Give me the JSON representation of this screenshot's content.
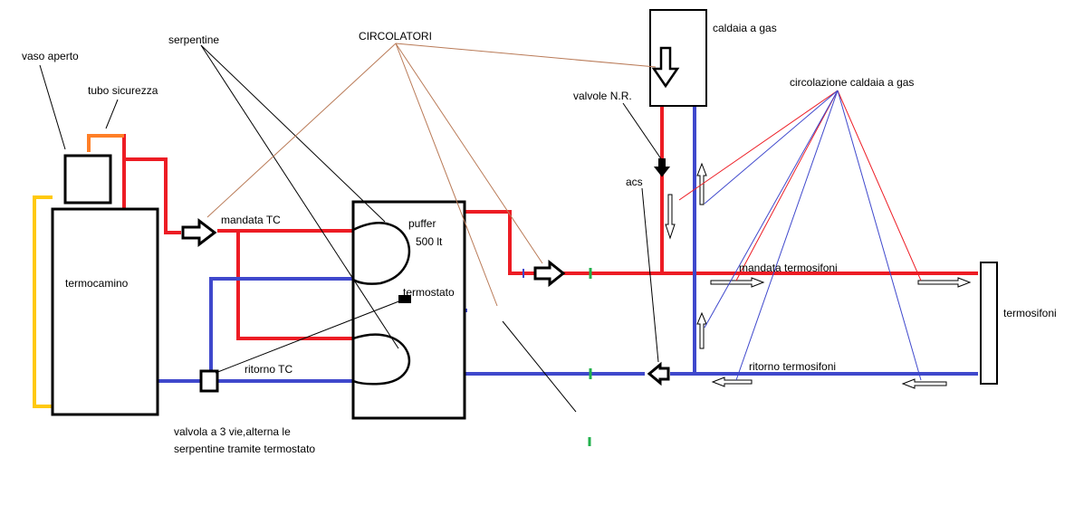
{
  "labels": {
    "vaso_aperto": "vaso aperto",
    "tubo_sicurezza": "tubo sicurezza",
    "serpentine": "serpentine",
    "circolatori": "CIRCOLATORI",
    "caldaia_a_gas": "caldaia a gas",
    "circolazione_caldaia": "circolazione caldaia a gas",
    "valvole_nr": "valvole N.R.",
    "acs": "acs",
    "mandata_tc": "mandata TC",
    "puffer": "puffer",
    "puffer_size": "500 lt",
    "termostato": "termostato",
    "termocamino": "termocamino",
    "ritorno_tc": "ritorno TC",
    "mandata_termosifoni": "mandata termosifoni",
    "ritorno_termosifoni": "ritorno termosifoni",
    "termosifoni": "termosifoni",
    "valvola_line1": "valvola a 3 vie,alterna le",
    "valvola_line2": "serpentine tramite termostato"
  },
  "colors": {
    "supply": "#ed1c24",
    "return": "#3f48cc",
    "safety_pipe": "#ff7f27",
    "expansion_loop": "#ffc90e",
    "flow_meter": "#22b14c",
    "outline": "#000000",
    "annotation_red": "#ed1c24",
    "annotation_blue": "#3f48cc",
    "annotation_brown": "#b97a57"
  }
}
